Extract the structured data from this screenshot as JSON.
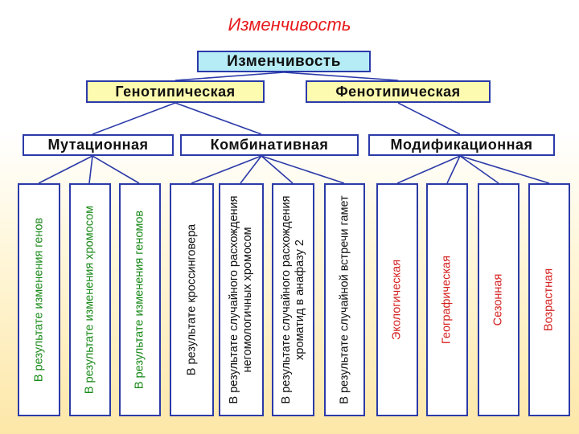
{
  "title": "Изменчивость",
  "root": "Изменчивость",
  "level1": {
    "genotypic": "Генотипическая",
    "phenotypic": "Фенотипическая"
  },
  "level2": {
    "mutational": "Мутационная",
    "combinative": "Комбинативная",
    "modification": "Модификационная"
  },
  "columns": [
    "В результате изменения генов",
    "В результате изменения хромосом",
    "В результате изменения геномов",
    "В результате кроссинговера",
    "В результате случайного расхождения негомологичных хромосом",
    "В результате случайного расхождения хроматид в анафазу 2",
    "В результате случайной встречи гамет",
    "Экологическая",
    "Географическая",
    "Сезонная",
    "Возрастная"
  ],
  "colors": {
    "title": "#e8191c",
    "border": "#2b3aa8",
    "root_fill": "#b6ecf6",
    "level1_fill": "#fdfbb0",
    "green_text": "#1a8a1a",
    "red_text": "#d4201f"
  }
}
